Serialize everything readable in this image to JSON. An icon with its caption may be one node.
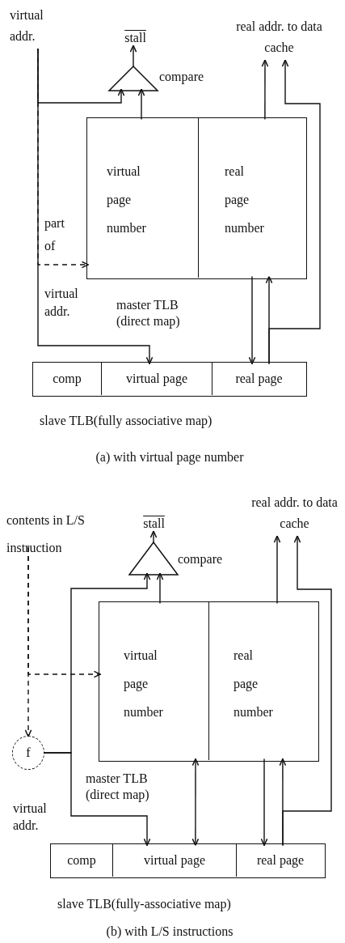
{
  "diagram": {
    "nodes": [
      {
        "text": [
          "virtual addr."
        ]
      },
      {
        "text": [
          "stall"
        ]
      },
      {
        "text": [],
        "shape": "triangle",
        "beside": [
          "compare"
        ]
      },
      {
        "text": [
          "real addr. to data cache"
        ]
      },
      {
        "text": [
          "master TLB (direct map)"
        ]
      },
      {
        "text": [
          "virtual page number"
        ],
        "in": 4
      },
      {
        "text": [
          "real page number"
        ],
        "in": 4
      },
      {
        "text": [
          "slave TLB(fully associative map)"
        ]
      },
      {
        "text": [
          "comp"
        ],
        "in": 7
      },
      {
        "text": [
          "virtual page"
        ],
        "in": 7
      },
      {
        "text": [
          "real page"
        ],
        "in": 7
      },
      {
        "text": [
          "contents in L/S instruction"
        ]
      },
      {
        "text": [
          "stall"
        ]
      },
      {
        "text": [],
        "shape": "triangle",
        "beside": [
          "compare"
        ]
      },
      {
        "text": [
          "real addr. to data cache"
        ]
      },
      {
        "text": [
          "f"
        ]
      },
      {
        "text": [
          "master TLB (direct map)"
        ]
      },
      {
        "text": [
          "virtual page number"
        ],
        "in": 16
      },
      {
        "text": [
          "real page number"
        ],
        "in": 16
      },
      {
        "text": [
          "slave TLB(fully-associative map)"
        ]
      },
      {
        "text": [
          "comp"
        ],
        "in": 19
      },
      {
        "text": [
          "virtual page"
        ],
        "in": 19
      },
      {
        "text": [
          "real page"
        ],
        "in": 19
      }
    ],
    "edges": [
      {
        "from": 0,
        "to": 9,
        "arrow": "to"
      },
      {
        "from": 0,
        "to": 2,
        "arrow": "to"
      },
      {
        "from": 5,
        "to": 2,
        "arrow": "to"
      },
      {
        "from": 2,
        "to": 1,
        "arrow": "to"
      },
      {
        "from": 6,
        "to": 3,
        "arrow": "to"
      },
      {
        "from": 10,
        "to": 3,
        "arrow": "to"
      },
      {
        "from": 10,
        "to": 6,
        "arrow": "to"
      },
      {
        "from": 6,
        "to": 10,
        "arrow": "to"
      },
      {
        "from": 0,
        "to": 5,
        "arrow": "to",
        "style": "dashed"
      },
      {
        "from": 11,
        "to": 15,
        "arrow": "to",
        "style": "dashed"
      },
      {
        "from": 11,
        "to": 17,
        "arrow": "to",
        "style": "dashed"
      },
      {
        "from": 15,
        "to": 13,
        "arrow": "to"
      },
      {
        "from": 15,
        "to": 21,
        "arrow": "to"
      },
      {
        "from": 17,
        "to": 13,
        "arrow": "to"
      },
      {
        "from": 13,
        "to": 12,
        "arrow": "to"
      },
      {
        "from": 18,
        "to": 14,
        "arrow": "to"
      },
      {
        "from": 22,
        "to": 14,
        "arrow": "to"
      },
      {
        "from": 22,
        "to": 18,
        "arrow": "to"
      },
      {
        "from": 18,
        "to": 22,
        "arrow": "to"
      },
      {
        "from": 17,
        "to": 21,
        "arrow": "both"
      }
    ],
    "labels": [
      "part of",
      "virtual addr.",
      "(a) with virtual page number",
      "virtual addr.",
      "(b) with L/S instructions"
    ]
  }
}
